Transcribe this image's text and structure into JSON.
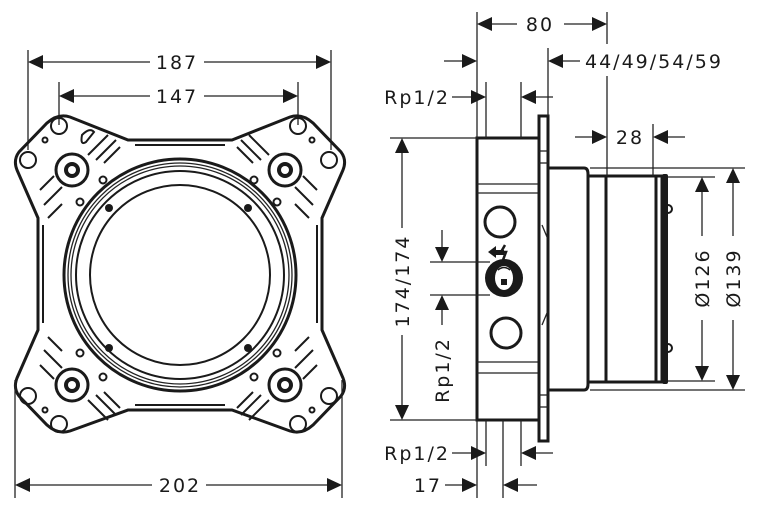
{
  "diagram": {
    "type": "technical-dimension-drawing",
    "views": [
      "front-view",
      "side-view"
    ],
    "front_view": {
      "dimensions": {
        "overall_top_width": "187",
        "inner_hole_span": "147",
        "overall_bottom_width": "202"
      }
    },
    "side_view": {
      "dimensions": {
        "depth_total": "80",
        "install_depth": "44/49/54/59",
        "thread_top": "Rp1/2",
        "flange_offset": "28",
        "height": "174/174",
        "thread_vertical": "Rp1/2",
        "diameter_inner": "Ø126",
        "diameter_outer": "Ø139",
        "thread_bottom": "Rp1/2",
        "bottom_offset": "17"
      }
    },
    "colors": {
      "line": "#1a1a1a",
      "background": "#ffffff"
    }
  }
}
